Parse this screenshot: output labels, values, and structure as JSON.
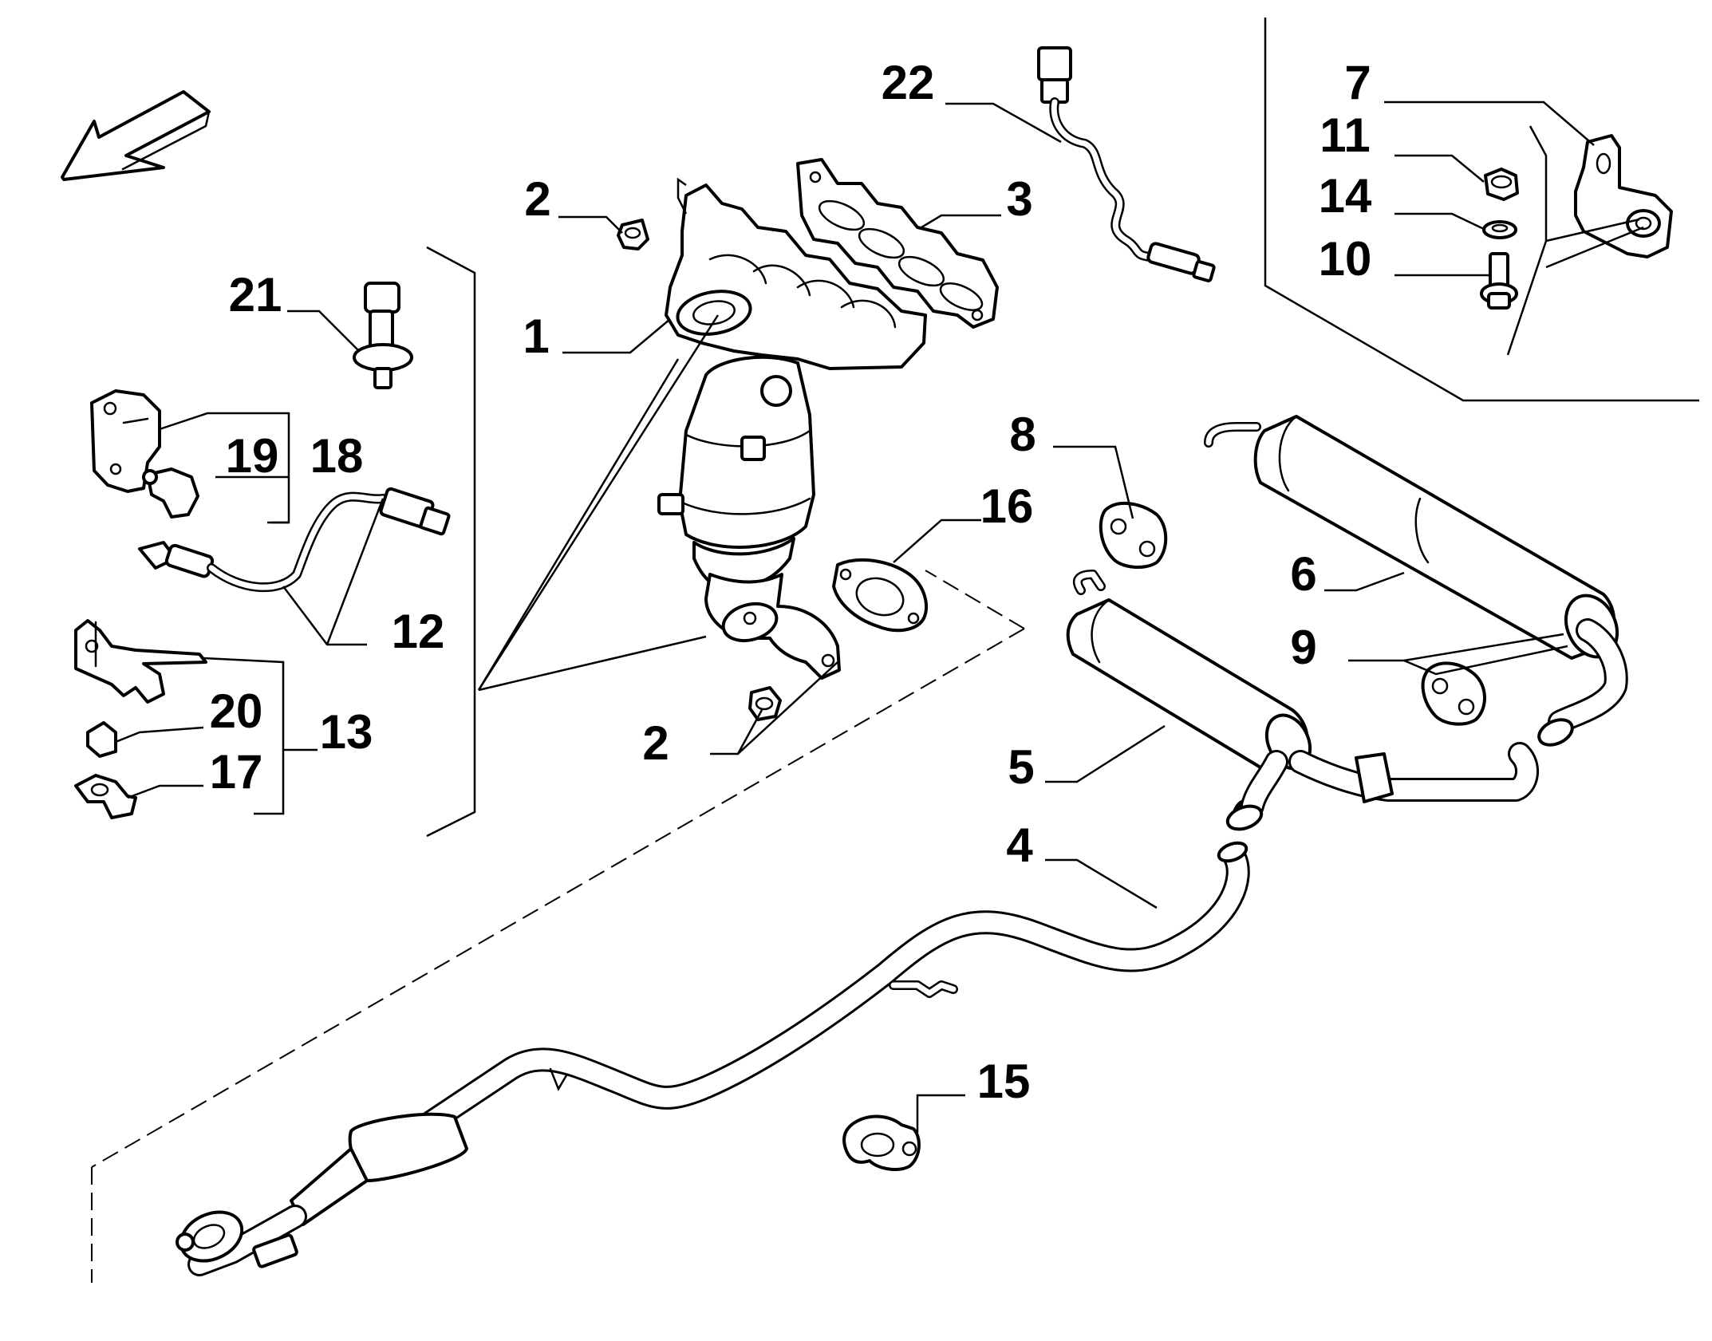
{
  "callouts": {
    "c1": "1",
    "c2a": "2",
    "c2b": "2",
    "c3": "3",
    "c4": "4",
    "c5": "5",
    "c6": "6",
    "c7": "7",
    "c8": "8",
    "c9": "9",
    "c10": "10",
    "c11": "11",
    "c12": "12",
    "c13": "13",
    "c14": "14",
    "c15": "15",
    "c16": "16",
    "c17": "17",
    "c18": "18",
    "c19": "19",
    "c20": "20",
    "c21": "21",
    "c22": "22"
  },
  "icons": {
    "direction_arrow": "arrow-down-left-icon"
  }
}
